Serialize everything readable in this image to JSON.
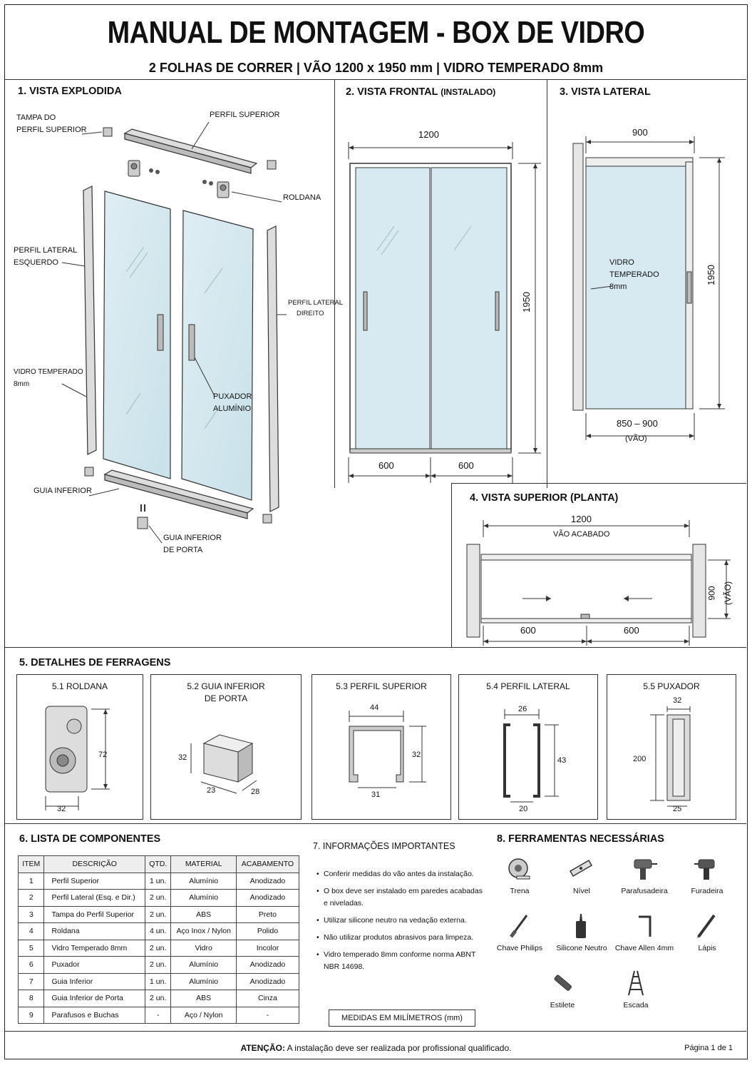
{
  "header": {
    "title": "MANUAL DE MONTAGEM - BOX DE VIDRO",
    "subtitle": "2 FOLHAS DE CORRER | VÃO 1200 x 1950 mm | VIDRO TEMPERADO 8mm"
  },
  "s1": {
    "title": "1. VISTA EXPLODIDA",
    "labels": {
      "tampa_l1": "TAMPA DO",
      "tampa_l2": "PERFIL SUPERIOR",
      "perfil_superior": "PERFIL SUPERIOR",
      "roldana": "ROLDANA",
      "perfil_esq_l1": "PERFIL LATERAL",
      "perfil_esq_l2": "ESQUERDO",
      "perfil_dir_l1": "PERFIL LATERAL",
      "perfil_dir_l2": "DIREITO",
      "vidro_l1": "VIDRO TEMPERADO",
      "vidro_l2": "8mm",
      "puxador_l1": "PUXADOR",
      "puxador_l2": "ALUMÍNIO",
      "guia_inferior": "GUIA INFERIOR",
      "guia_porta_l1": "GUIA INFERIOR",
      "guia_porta_l2": "DE PORTA"
    }
  },
  "s2": {
    "title": "2. VISTA FRONTAL",
    "title_small": "(INSTALADO)",
    "dim_width": "1200",
    "dim_height": "1950",
    "dim_left": "600",
    "dim_right": "600"
  },
  "s3": {
    "title": "3. VISTA LATERAL",
    "dim_top": "900",
    "dim_height": "1950",
    "dim_bottom": "850 – 900",
    "dim_bottom_note": "(VÃO)",
    "vidro_l1": "VIDRO",
    "vidro_l2": "TEMPERADO",
    "vidro_l3": "8mm"
  },
  "s4": {
    "title": "4. VISTA SUPERIOR (PLANTA)",
    "dim_top": "1200",
    "dim_top_note": "VÃO ACABADO",
    "dim_left": "600",
    "dim_right": "600",
    "dim_side": "900",
    "dim_side_note": "(VÃO)"
  },
  "s5": {
    "title": "5. DETALHES DE FERRAGENS",
    "roldana": {
      "title": "5.1 ROLDANA",
      "d_height": "72",
      "d_width": "32"
    },
    "guia": {
      "title_l1": "5.2 GUIA INFERIOR",
      "title_l2": "DE PORTA",
      "d_height": "32",
      "d_width": "23",
      "d_depth": "28"
    },
    "perfil_sup": {
      "title": "5.3 PERFIL SUPERIOR",
      "d_top": "44",
      "d_height": "32",
      "d_bottom": "31"
    },
    "perfil_lat": {
      "title": "5.4 PERFIL LATERAL",
      "d_top": "26",
      "d_height": "43",
      "d_bottom": "20"
    },
    "puxador": {
      "title": "5.5 PUXADOR",
      "d_top": "32",
      "d_height": "200",
      "d_bottom": "25"
    }
  },
  "s6": {
    "title": "6.  LISTA DE COMPONENTES",
    "headers": [
      "ITEM",
      "DESCRIÇÃO",
      "QTD.",
      "MATERIAL",
      "ACABAMENTO"
    ],
    "rows": [
      [
        "1",
        "Perfil Superior",
        "1 un.",
        "Alumínio",
        "Anodizado"
      ],
      [
        "2",
        "Perfil Lateral (Esq. e Dir.)",
        "2 un.",
        "Alumínio",
        "Anodizado"
      ],
      [
        "3",
        "Tampa do Perfil Superior",
        "2 un.",
        "ABS",
        "Preto"
      ],
      [
        "4",
        "Roldana",
        "4 un.",
        "Aço Inox / Nylon",
        "Polido"
      ],
      [
        "5",
        "Vidro Temperado 8mm",
        "2 un.",
        "Vidro",
        "Incolor"
      ],
      [
        "6",
        "Puxador",
        "2 un.",
        "Alumínio",
        "Anodizado"
      ],
      [
        "7",
        "Guia Inferior",
        "1 un.",
        "Alumínio",
        "Anodizado"
      ],
      [
        "8",
        "Guia Inferior de Porta",
        "2 un.",
        "ABS",
        "Cinza"
      ],
      [
        "9",
        "Parafusos e Buchas",
        "-",
        "Aço / Nylon",
        "-"
      ]
    ]
  },
  "s7": {
    "title": "7. INFORMAÇÕES IMPORTANTES",
    "items": [
      "Conferir medidas do vão antes da instalação.",
      "O box deve ser instalado em paredes acabadas e niveladas.",
      "Utilizar silicone neutro na vedação externa.",
      "Não utilizar produtos abrasivos para limpeza.",
      "Vidro temperado 8mm conforme norma ABNT NBR 14698."
    ],
    "note": "MEDIDAS EM MILÍMETROS (mm)"
  },
  "s8": {
    "title": "8.  FERRAMENTAS NECESSÁRIAS",
    "tools": [
      {
        "label": "Trena",
        "icon": "tape-measure-icon"
      },
      {
        "label": "Nível",
        "icon": "level-icon"
      },
      {
        "label": "Parafusadeira",
        "icon": "screwdriver-drill-icon"
      },
      {
        "label": "Furadeira",
        "icon": "drill-icon"
      },
      {
        "label": "Chave Philips",
        "icon": "phillips-screwdriver-icon"
      },
      {
        "label": "Silicone Neutro",
        "icon": "silicone-tube-icon"
      },
      {
        "label": "Chave Allen 4mm",
        "icon": "allen-key-icon"
      },
      {
        "label": "Lápis",
        "icon": "pencil-icon"
      },
      {
        "label": "Estilete",
        "icon": "utility-knife-icon"
      },
      {
        "label": "Escada",
        "icon": "ladder-icon"
      }
    ]
  },
  "footer": {
    "attention_strong": "ATENÇÃO:",
    "attention_text": " A instalação deve ser realizada por profissional qualificado.",
    "page": "Página 1 de 1"
  }
}
